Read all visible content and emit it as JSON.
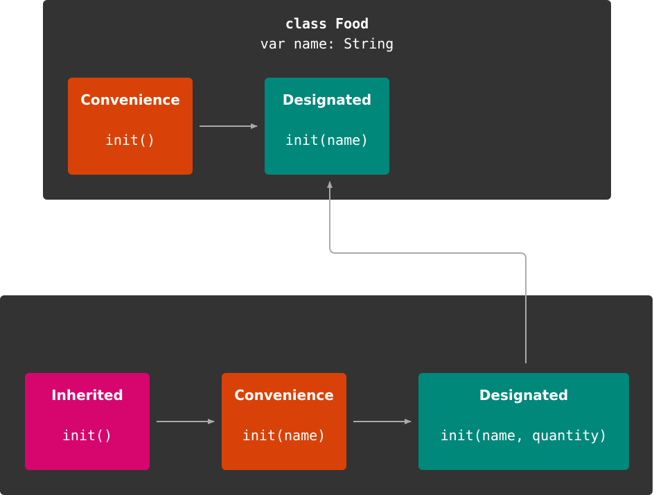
{
  "colors": {
    "panel": "#333333",
    "convenience": "#d84208",
    "designated": "#00887a",
    "inherited": "#d6066e",
    "arrow": "#aaaaaa",
    "text": "#ffffff"
  },
  "top_class": {
    "title": "class Food",
    "property": "var name: String",
    "convenience": {
      "kind": "Convenience",
      "signature": "init()"
    },
    "designated": {
      "kind": "Designated",
      "signature": "init(name)"
    }
  },
  "bottom_class": {
    "inherited": {
      "kind": "Inherited",
      "signature": "init()"
    },
    "convenience": {
      "kind": "Convenience",
      "signature": "init(name)"
    },
    "designated": {
      "kind": "Designated",
      "signature": "init(name, quantity)"
    }
  },
  "edges": [
    {
      "from": "top-convenience",
      "to": "top-designated"
    },
    {
      "from": "bottom-inherited",
      "to": "bottom-convenience"
    },
    {
      "from": "bottom-convenience",
      "to": "bottom-designated"
    },
    {
      "from": "bottom-designated",
      "to": "top-designated"
    }
  ]
}
